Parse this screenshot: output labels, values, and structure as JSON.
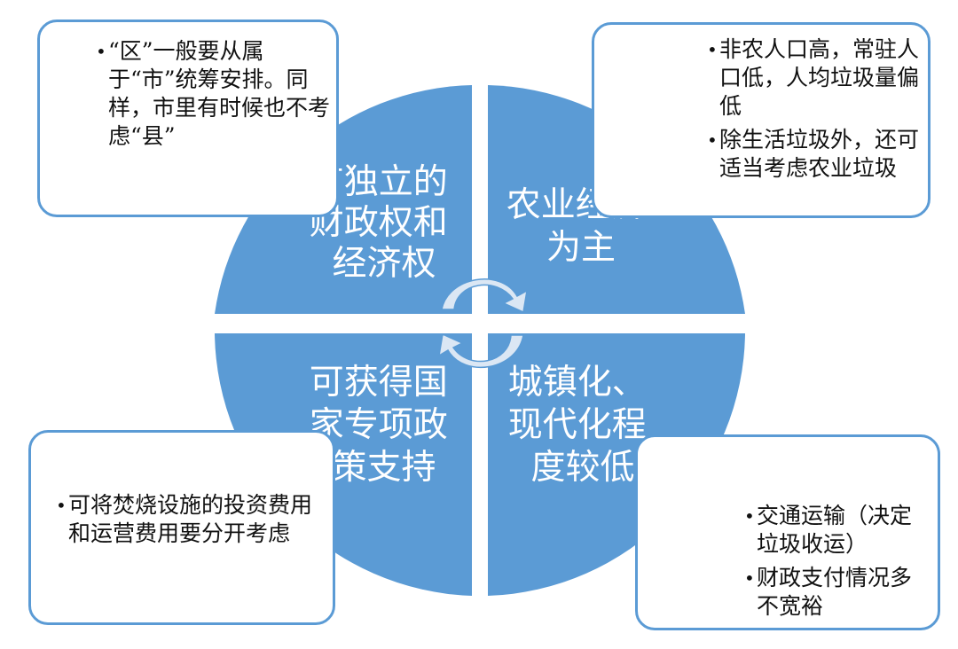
{
  "quadrants": {
    "top_left": {
      "lines": [
        "有独立的",
        "财政权和",
        "经济权"
      ]
    },
    "top_right": {
      "lines": [
        "农业经济",
        "为主"
      ]
    },
    "bottom_left": {
      "lines": [
        "可获得国",
        "家专项政",
        "策支持"
      ]
    },
    "bottom_right": {
      "lines": [
        "城镇化、",
        "现代化程",
        "度较低"
      ]
    }
  },
  "callouts": {
    "top_left": {
      "bullets": [
        "“区”一般要从属于“市”统筹安排。同样，市里有时候也不考虑“县”"
      ]
    },
    "top_right": {
      "bullets": [
        "非农人口高，常驻人口低，人均垃圾量偏低",
        "除生活垃圾外，还可适当考虑农业垃圾"
      ]
    },
    "bottom_left": {
      "bullets": [
        "可将焚烧设施的投资费用和运营费用要分开考虑"
      ]
    },
    "bottom_right": {
      "bullets": [
        "交通运输（决定垃圾收运）",
        "财政支付情况多不宽裕"
      ]
    }
  },
  "colors": {
    "quadrant_fill": "#5b9bd5",
    "callout_border": "#5b9bd5",
    "arrow_fill": "#dbe7f4"
  },
  "icons": {
    "center": "circular-arrows-icon"
  }
}
